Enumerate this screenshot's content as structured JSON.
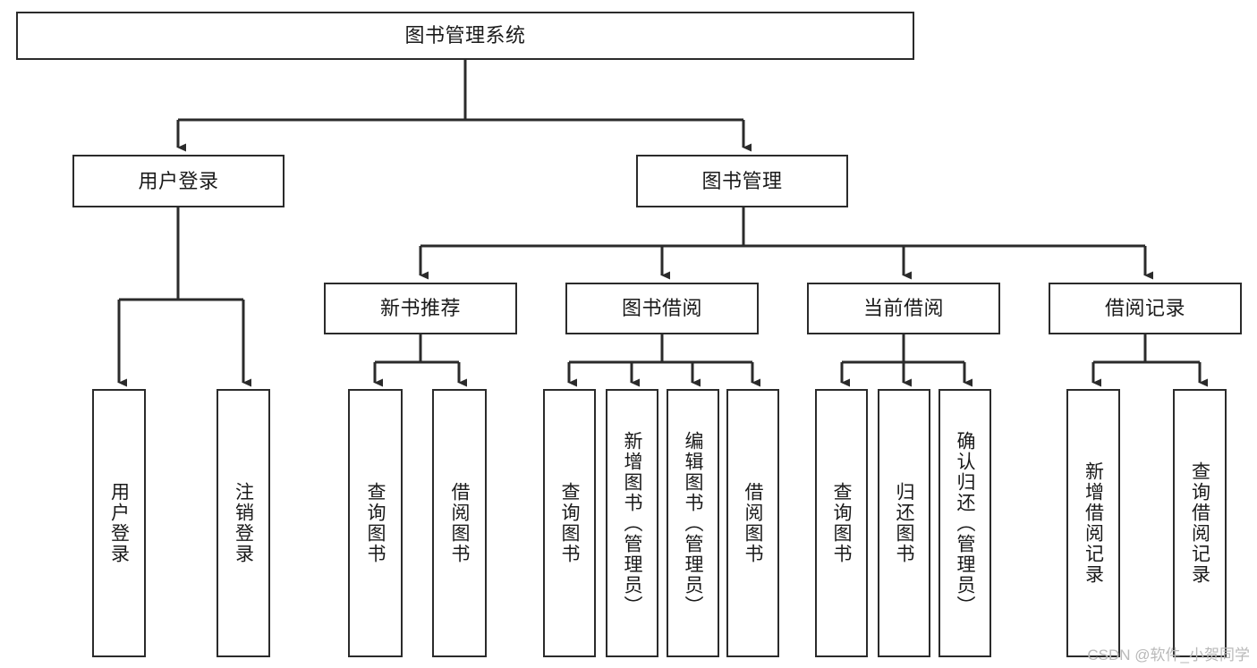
{
  "diagram": {
    "title": "图书管理系统",
    "type": "tree-hierarchy-chart",
    "orientation": "top-down",
    "colors": {
      "box_border": "#2b2b2b",
      "box_fill": "#ffffff",
      "edge": "#2b2b2b",
      "text": "#1a1a1a",
      "watermark": "#b9b9b9",
      "background": "#ffffff"
    },
    "watermark": "CSDN @软件_小贺同学",
    "nodes": {
      "root": {
        "label": "图书管理系统"
      },
      "level2": [
        {
          "id": "user-login",
          "label": "用户登录"
        },
        {
          "id": "book-manage",
          "label": "图书管理"
        }
      ],
      "level3": [
        {
          "id": "new-book-recommend",
          "label": "新书推荐"
        },
        {
          "id": "book-borrow",
          "label": "图书借阅"
        },
        {
          "id": "current-borrow",
          "label": "当前借阅"
        },
        {
          "id": "borrow-record",
          "label": "借阅记录"
        }
      ],
      "leaves": {
        "user-login": [
          {
            "id": "leaf-user-login",
            "label": "用户登录"
          },
          {
            "id": "leaf-logout",
            "label": "注销登录"
          }
        ],
        "new-book-recommend": [
          {
            "id": "leaf-query-book-1",
            "label": "查询图书"
          },
          {
            "id": "leaf-borrow-book-1",
            "label": "借阅图书"
          }
        ],
        "book-borrow": [
          {
            "id": "leaf-query-book-2",
            "label": "查询图书"
          },
          {
            "id": "leaf-add-book",
            "label": "新增图书（管理员）"
          },
          {
            "id": "leaf-edit-book",
            "label": "编辑图书（管理员）"
          },
          {
            "id": "leaf-borrow-book-2",
            "label": "借阅图书"
          }
        ],
        "current-borrow": [
          {
            "id": "leaf-query-book-3",
            "label": "查询图书"
          },
          {
            "id": "leaf-return-book",
            "label": "归还图书"
          },
          {
            "id": "leaf-confirm-return",
            "label": "确认归还（管理员）"
          }
        ],
        "borrow-record": [
          {
            "id": "leaf-add-record",
            "label": "新增借阅记录"
          },
          {
            "id": "leaf-query-record",
            "label": "查询借阅记录"
          }
        ]
      }
    }
  }
}
